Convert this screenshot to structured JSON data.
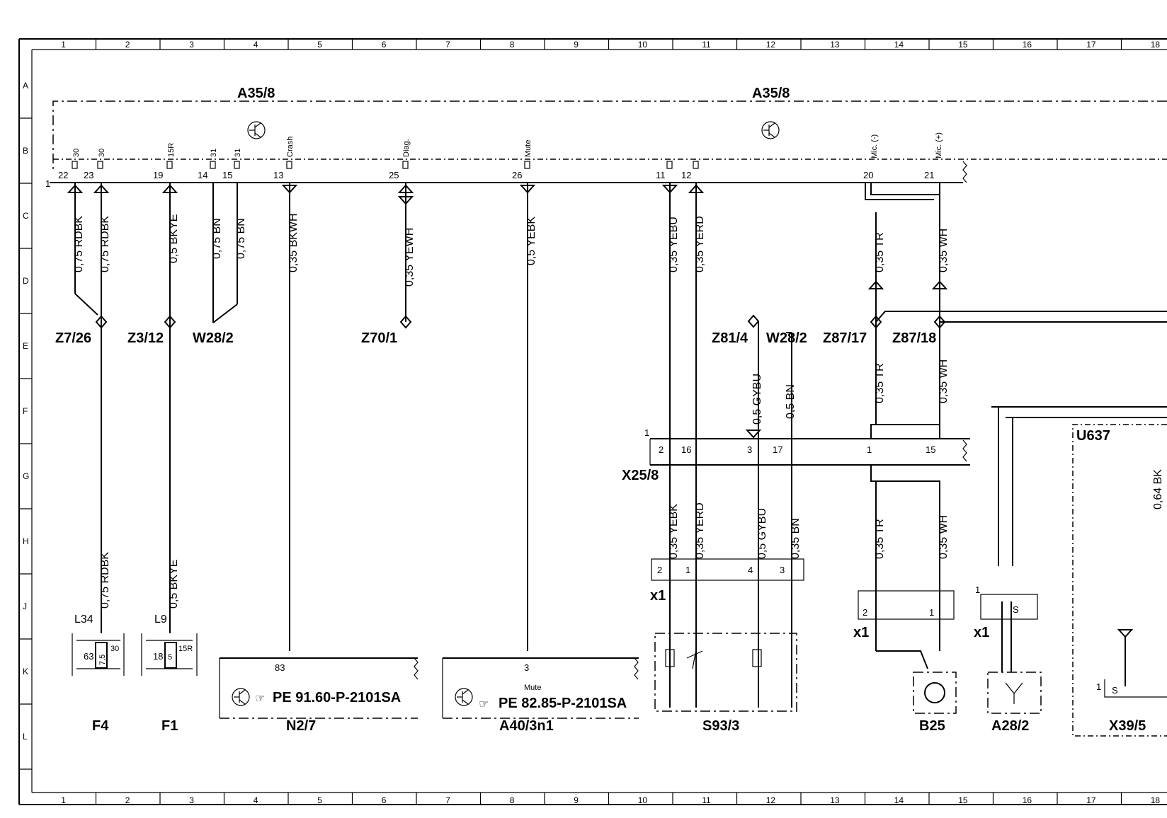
{
  "grid": {
    "columns": [
      "1",
      "2",
      "3",
      "4",
      "5",
      "6",
      "7",
      "8",
      "9",
      "10",
      "11",
      "12",
      "13",
      "14",
      "15",
      "16",
      "17",
      "18"
    ],
    "rows": [
      "A",
      "B",
      "C",
      "D",
      "E",
      "F",
      "G",
      "H",
      "J",
      "K",
      "L"
    ]
  },
  "labels": {
    "a35_8_left": "A35/8",
    "a35_8_right": "A35/8",
    "z7_26": "Z7/26",
    "z3_12": "Z3/12",
    "w28_2_left": "W28/2",
    "z70_1": "Z70/1",
    "z81_4": "Z81/4",
    "w28_2_right": "W28/2",
    "z87_17": "Z87/17",
    "z87_18": "Z87/18",
    "x25_8": "X25/8",
    "u637": "U637",
    "x1_a": "x1",
    "x1_b": "x1",
    "x1_c": "x1",
    "f4": "F4",
    "f1": "F1",
    "n2_7": "N2/7",
    "a40_3n1": "A40/3n1",
    "s93_3": "S93/3",
    "b25": "B25",
    "a28_2": "A28/2",
    "x39_5": "X39/5",
    "l34": "L34",
    "l9": "L9"
  },
  "pins": {
    "a35_row": [
      "22",
      "23",
      "19",
      "14",
      "15",
      "13",
      "25",
      "26",
      "11",
      "12",
      "20",
      "21"
    ],
    "a35_conn": "1",
    "x25_row": [
      "2",
      "16",
      "3",
      "17",
      "1",
      "15"
    ],
    "x25_conn": "1",
    "s93_row": [
      "2",
      "1",
      "4",
      "3"
    ],
    "b25_row": [
      "2",
      "1"
    ],
    "a28_conn": "1",
    "a28_pin": "S",
    "x39_conn": "1",
    "x39_pin": "S",
    "n2_pin": "83",
    "a40_pin": "3",
    "f4_vals": [
      "63",
      "7,5",
      "30"
    ],
    "f1_vals": [
      "18",
      "5",
      "15R"
    ]
  },
  "terminals": {
    "t22": "30",
    "t23": "30",
    "t19": "15R",
    "t14": "31",
    "t15": "31",
    "t13": "Crash",
    "t25": "Diag.",
    "t26": "Mute",
    "t20": "Mic. (-)",
    "t21": "Mic. (+)",
    "a40_mute": "Mute"
  },
  "wires": {
    "w1": "0,75 RDBK",
    "w2": "0,75 RDBK",
    "w3": "0,5 BKYE",
    "w4": "0,75 BN",
    "w5": "0,75 BN",
    "w6": "0,35 BKWH",
    "w7": "0,35 YEWH",
    "w8": "0,5 YEBK",
    "w9": "0,35 YEBU",
    "w10": "0,35 YERD",
    "w11": "0,35 TR",
    "w12": "0,35 WH",
    "w13": "0,35 TR",
    "w14": "0,35 WH",
    "w15": "0,5 GYBU",
    "w16": "0,5 BN",
    "w17": "0,35 YEBK",
    "w18": "0,35 YERD",
    "w19": "0,5 GYBU",
    "w20": "0,35 BN",
    "w21": "0,35 TR",
    "w22": "0,35 WH",
    "w23": "0,75 RDBK",
    "w24": "0,5 BKYE",
    "w25": "0,64 BK"
  },
  "refs": {
    "n2_ref": "PE 91.60-P-2101SA",
    "a40_ref": "PE 82.85-P-2101SA"
  }
}
